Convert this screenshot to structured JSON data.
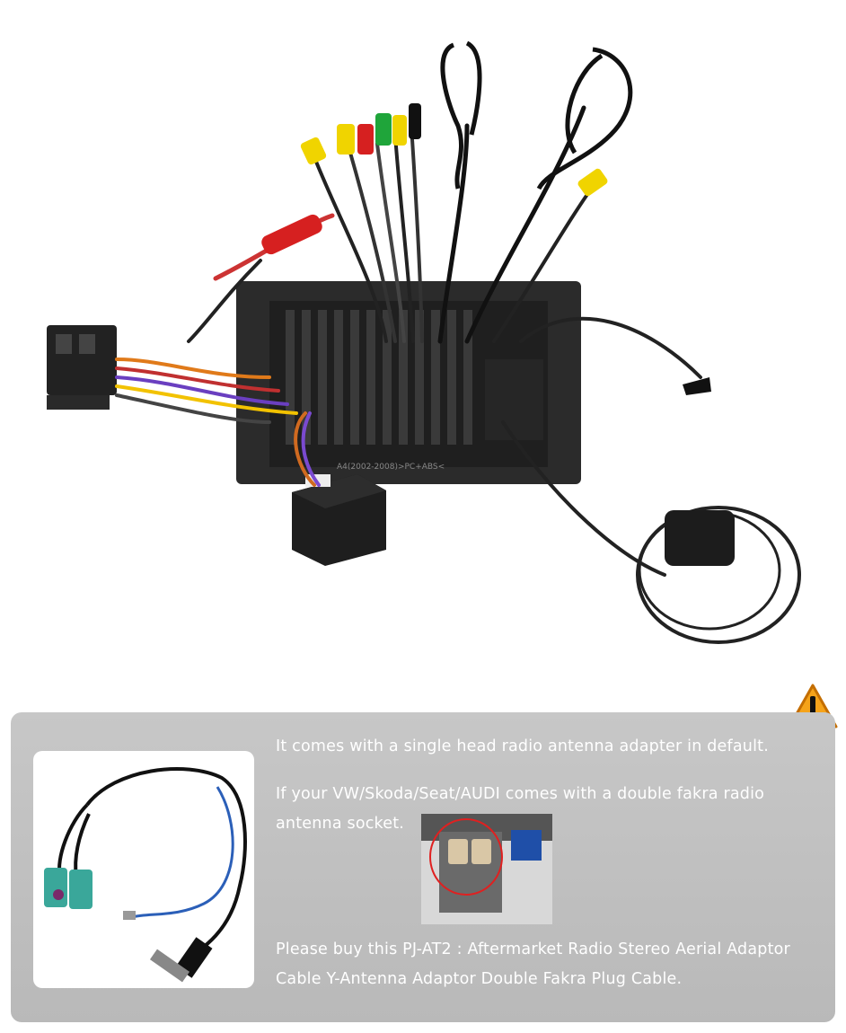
{
  "photo": {
    "head_unit_label": "A4(2002-2008)>PC+ABS<"
  },
  "notice": {
    "line1": "It comes with a single head radio antenna adapter in default.",
    "line2": "If your VW/Skoda/Seat/AUDI  comes with a double fakra radio",
    "line3": "antenna socket.",
    "line4": "Please buy this PJ-AT2 : Aftermarket Radio Stereo Aerial Adaptor",
    "line5": "Cable Y-Antenna Adaptor Double Fakra Plug Cable."
  },
  "icons": {
    "warning": "warning-triangle-icon",
    "accent": "#f5a31a"
  }
}
